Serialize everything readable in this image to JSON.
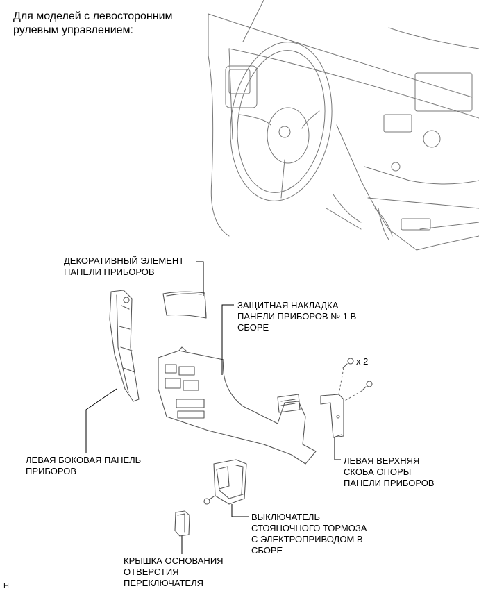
{
  "heading": {
    "line1": "Для моделей с левосторонним",
    "line2": "рулевым управлением:"
  },
  "labels": {
    "trim_element": [
      "ДЕКОРАТИВНЫЙ ЭЛЕМЕНТ",
      "ПАНЕЛИ ПРИБОРОВ"
    ],
    "lower_panel": [
      "ЗАЩИТНАЯ НАКЛАДКА",
      "ПАНЕЛИ ПРИБОРОВ № 1 В",
      "СБОРЕ"
    ],
    "screw_qty": "x 2",
    "left_side_panel": [
      "ЛЕВАЯ БОКОВАЯ ПАНЕЛЬ",
      "ПРИБОРОВ"
    ],
    "left_upper_bracket": [
      "ЛЕВАЯ ВЕРХНЯЯ",
      "СКОБА ОПОРЫ",
      "ПАНЕЛИ ПРИБОРОВ"
    ],
    "parking_brake_switch": [
      "ВЫКЛЮЧАТЕЛЬ",
      "СТОЯНОЧНОГО ТОРМОЗА",
      "С ЭЛЕКТРОПРИВОДОМ В",
      "СБОРЕ"
    ],
    "switch_hole_cover": [
      "КРЫШКА ОСНОВАНИЯ",
      "ОТВЕРСТИЯ",
      "ПЕРЕКЛЮЧАТЕЛЯ"
    ]
  },
  "corner_mark": "H"
}
